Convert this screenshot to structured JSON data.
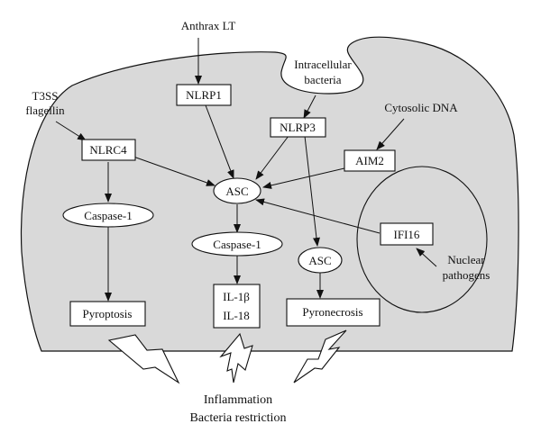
{
  "diagram": {
    "nodes": {
      "anthrax": "Anthrax LT",
      "intracellular_line1": "Intracellular",
      "intracellular_line2": "bacteria",
      "t3ss_line1": "T3SS",
      "t3ss_line2": "flagellin",
      "nlrp1": "NLRP1",
      "nlrp3": "NLRP3",
      "cytosolic_dna": "Cytosolic DNA",
      "nlrc4": "NLRC4",
      "aim2": "AIM2",
      "asc_center": "ASC",
      "caspase1_left": "Caspase-1",
      "caspase1_center": "Caspase-1",
      "ifi16": "IFI16",
      "asc_right": "ASC",
      "nuclear_line1": "Nuclear",
      "nuclear_line2": "pathogens",
      "pyroptosis": "Pyroptosis",
      "il1b": "IL-1β",
      "il18": "IL-18",
      "pyronecrosis": "Pyronecrosis",
      "inflammation": "Inflammation",
      "bacteria_restriction": "Bacteria restriction"
    },
    "edges": [
      {
        "from": "Anthrax LT",
        "to": "NLRP1"
      },
      {
        "from": "Intracellular bacteria",
        "to": "NLRP3"
      },
      {
        "from": "Cytosolic DNA",
        "to": "AIM2"
      },
      {
        "from": "T3SS flagellin",
        "to": "NLRC4"
      },
      {
        "from": "NLRP1",
        "to": "ASC"
      },
      {
        "from": "NLRP3",
        "to": "ASC"
      },
      {
        "from": "NLRC4",
        "to": "ASC"
      },
      {
        "from": "AIM2",
        "to": "ASC"
      },
      {
        "from": "IFI16",
        "to": "ASC"
      },
      {
        "from": "Nuclear pathogens",
        "to": "IFI16"
      },
      {
        "from": "NLRC4",
        "to": "Caspase-1"
      },
      {
        "from": "ASC",
        "to": "Caspase-1"
      },
      {
        "from": "NLRP3",
        "to": "ASC"
      },
      {
        "from": "Caspase-1",
        "to": "Pyroptosis"
      },
      {
        "from": "Caspase-1",
        "to": "IL-1β IL-18"
      },
      {
        "from": "ASC",
        "to": "Pyronecrosis"
      }
    ],
    "colors": {
      "cell_fill": "#d9d9d9",
      "stroke": "#111111",
      "box_fill": "#ffffff"
    }
  }
}
